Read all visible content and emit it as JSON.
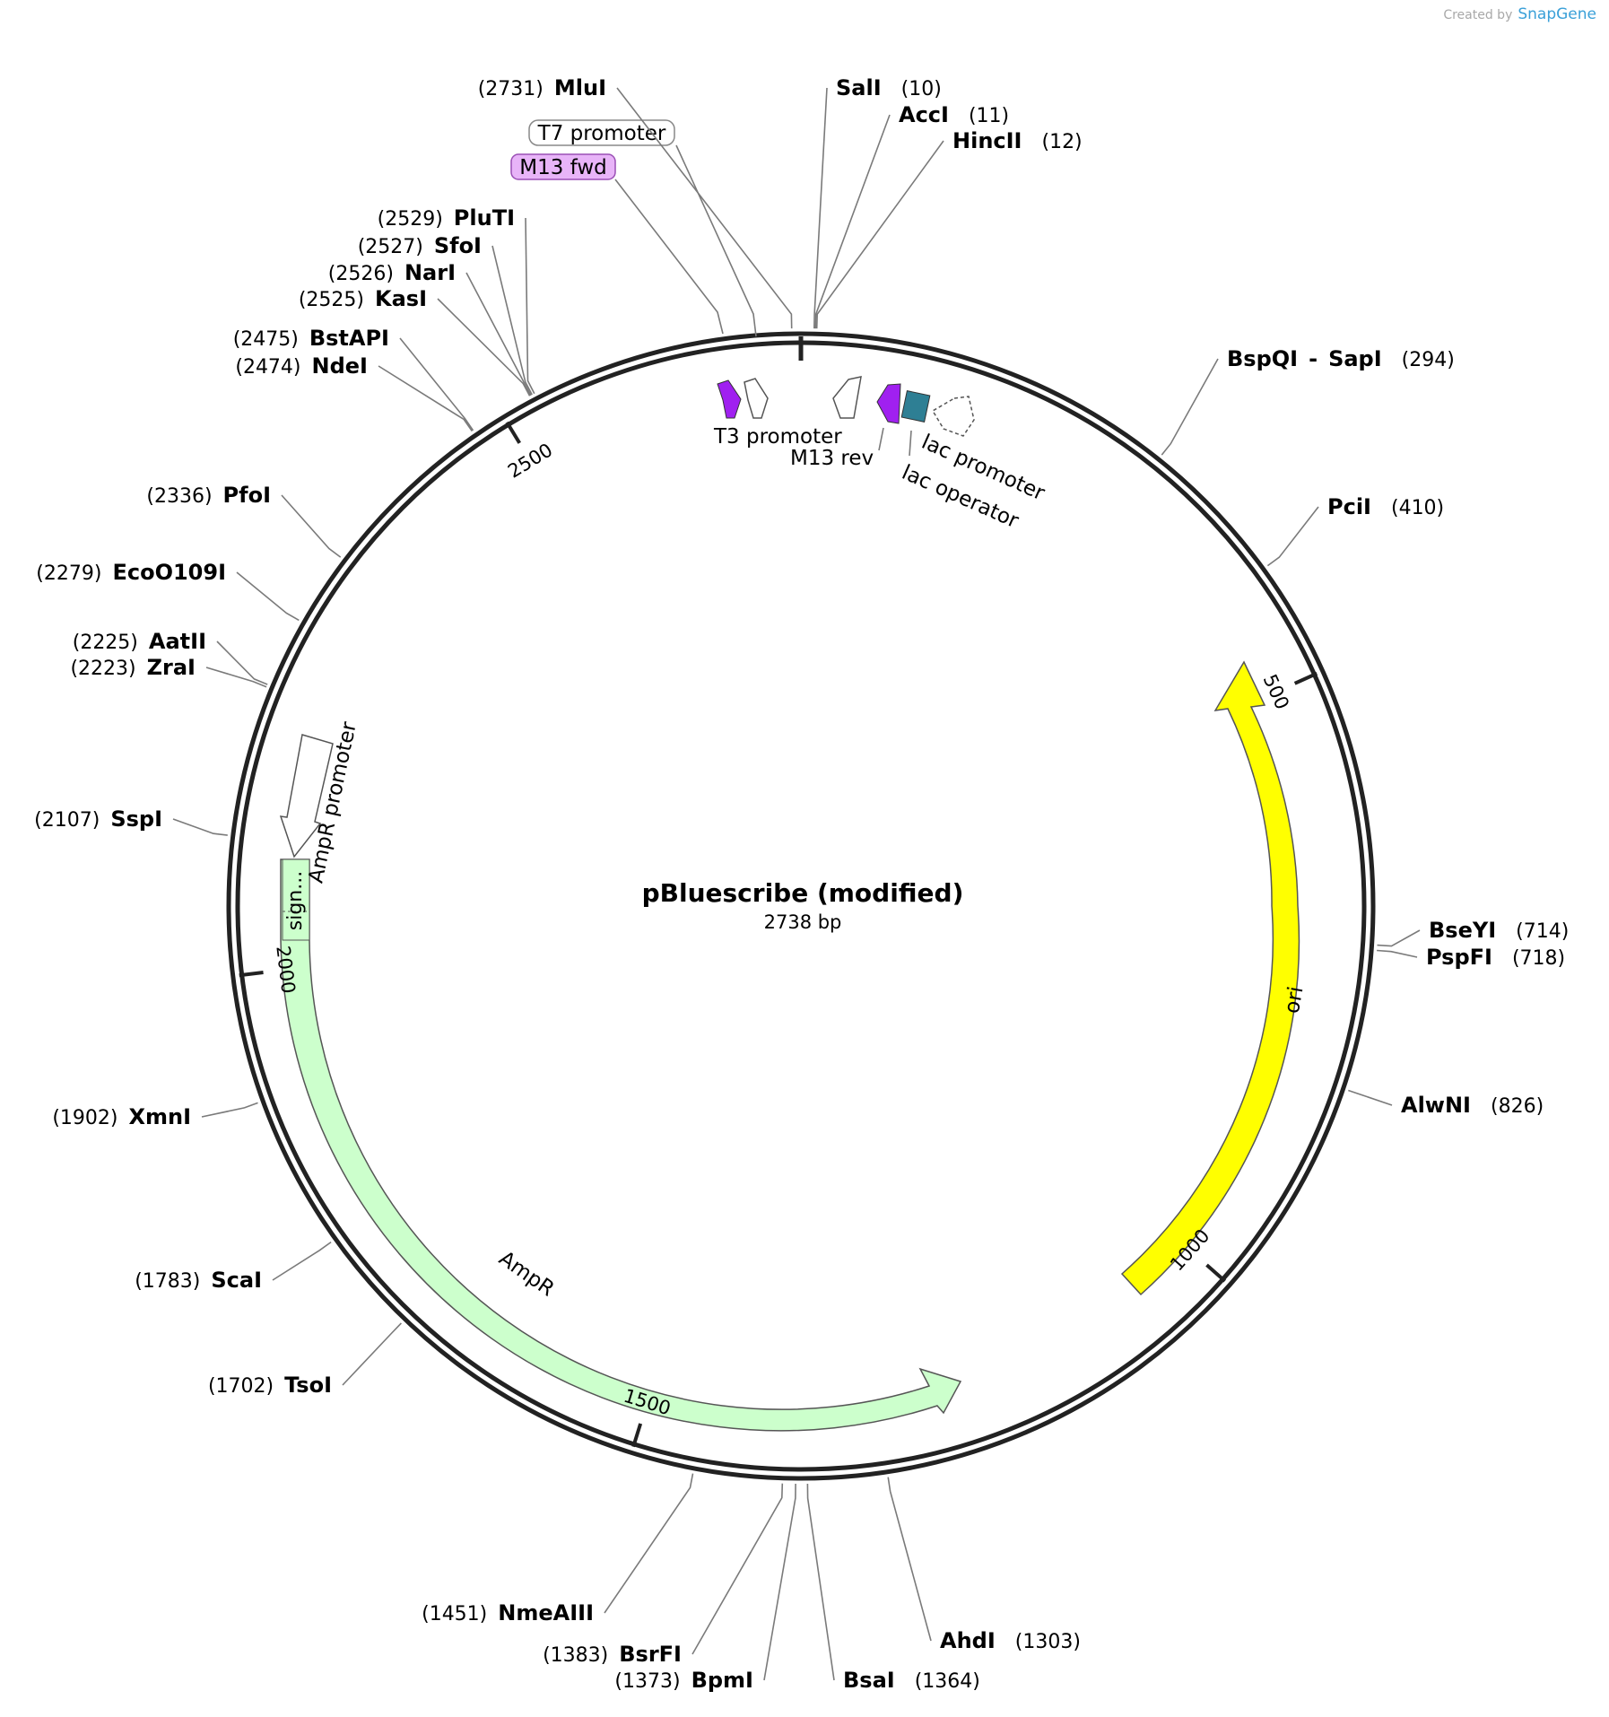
{
  "credit": {
    "prefix": "Created by",
    "brand": "SnapGene"
  },
  "plasmid": {
    "name": "pBluescribe (modified)",
    "size_label": "2738 bp",
    "total_bp": 2738
  },
  "ticks": [
    "500",
    "1000",
    "1500",
    "2000",
    "2500"
  ],
  "sites": [
    {
      "name": "MluI",
      "pos": "(2731)"
    },
    {
      "name": "SalI",
      "pos": "(10)"
    },
    {
      "name": "AccI",
      "pos": "(11)"
    },
    {
      "name": "HincII",
      "pos": "(12)"
    },
    {
      "name": "BspQI",
      "pos": "(294)",
      "alias": "SapI",
      "sep": "-"
    },
    {
      "name": "PciI",
      "pos": "(410)"
    },
    {
      "name": "BseYI",
      "pos": "(714)"
    },
    {
      "name": "PspFI",
      "pos": "(718)"
    },
    {
      "name": "AlwNI",
      "pos": "(826)"
    },
    {
      "name": "AhdI",
      "pos": "(1303)"
    },
    {
      "name": "BsaI",
      "pos": "(1364)"
    },
    {
      "name": "BpmI",
      "pos": "(1373)"
    },
    {
      "name": "BsrFI",
      "pos": "(1383)"
    },
    {
      "name": "NmeAIII",
      "pos": "(1451)"
    },
    {
      "name": "TsoI",
      "pos": "(1702)"
    },
    {
      "name": "ScaI",
      "pos": "(1783)"
    },
    {
      "name": "XmnI",
      "pos": "(1902)"
    },
    {
      "name": "SspI",
      "pos": "(2107)"
    },
    {
      "name": "ZraI",
      "pos": "(2223)"
    },
    {
      "name": "AatII",
      "pos": "(2225)"
    },
    {
      "name": "EcoO109I",
      "pos": "(2279)"
    },
    {
      "name": "PfoI",
      "pos": "(2336)"
    },
    {
      "name": "NdeI",
      "pos": "(2474)"
    },
    {
      "name": "BstAPI",
      "pos": "(2475)"
    },
    {
      "name": "KasI",
      "pos": "(2525)"
    },
    {
      "name": "NarI",
      "pos": "(2526)"
    },
    {
      "name": "SfoI",
      "pos": "(2527)"
    },
    {
      "name": "PluTI",
      "pos": "(2529)"
    }
  ],
  "features": {
    "ori": "ori",
    "ampr": "AmpR",
    "ampr_promoter": "AmpR promoter",
    "signal": "sign...",
    "t3_promoter": "T3 promoter",
    "m13_rev": "M13 rev",
    "lac_promoter": "lac promoter",
    "lac_operator": "lac operator",
    "t7_promoter": "T7 promoter",
    "m13_fwd": "M13 fwd"
  },
  "colors": {
    "ori": "#ffff00",
    "ampr": "#ccffcc",
    "primer": "#a020f0",
    "lac_operator": "#2e7f94",
    "m13_fwd_box": "#e8b4f8",
    "backbone": "#222222"
  }
}
